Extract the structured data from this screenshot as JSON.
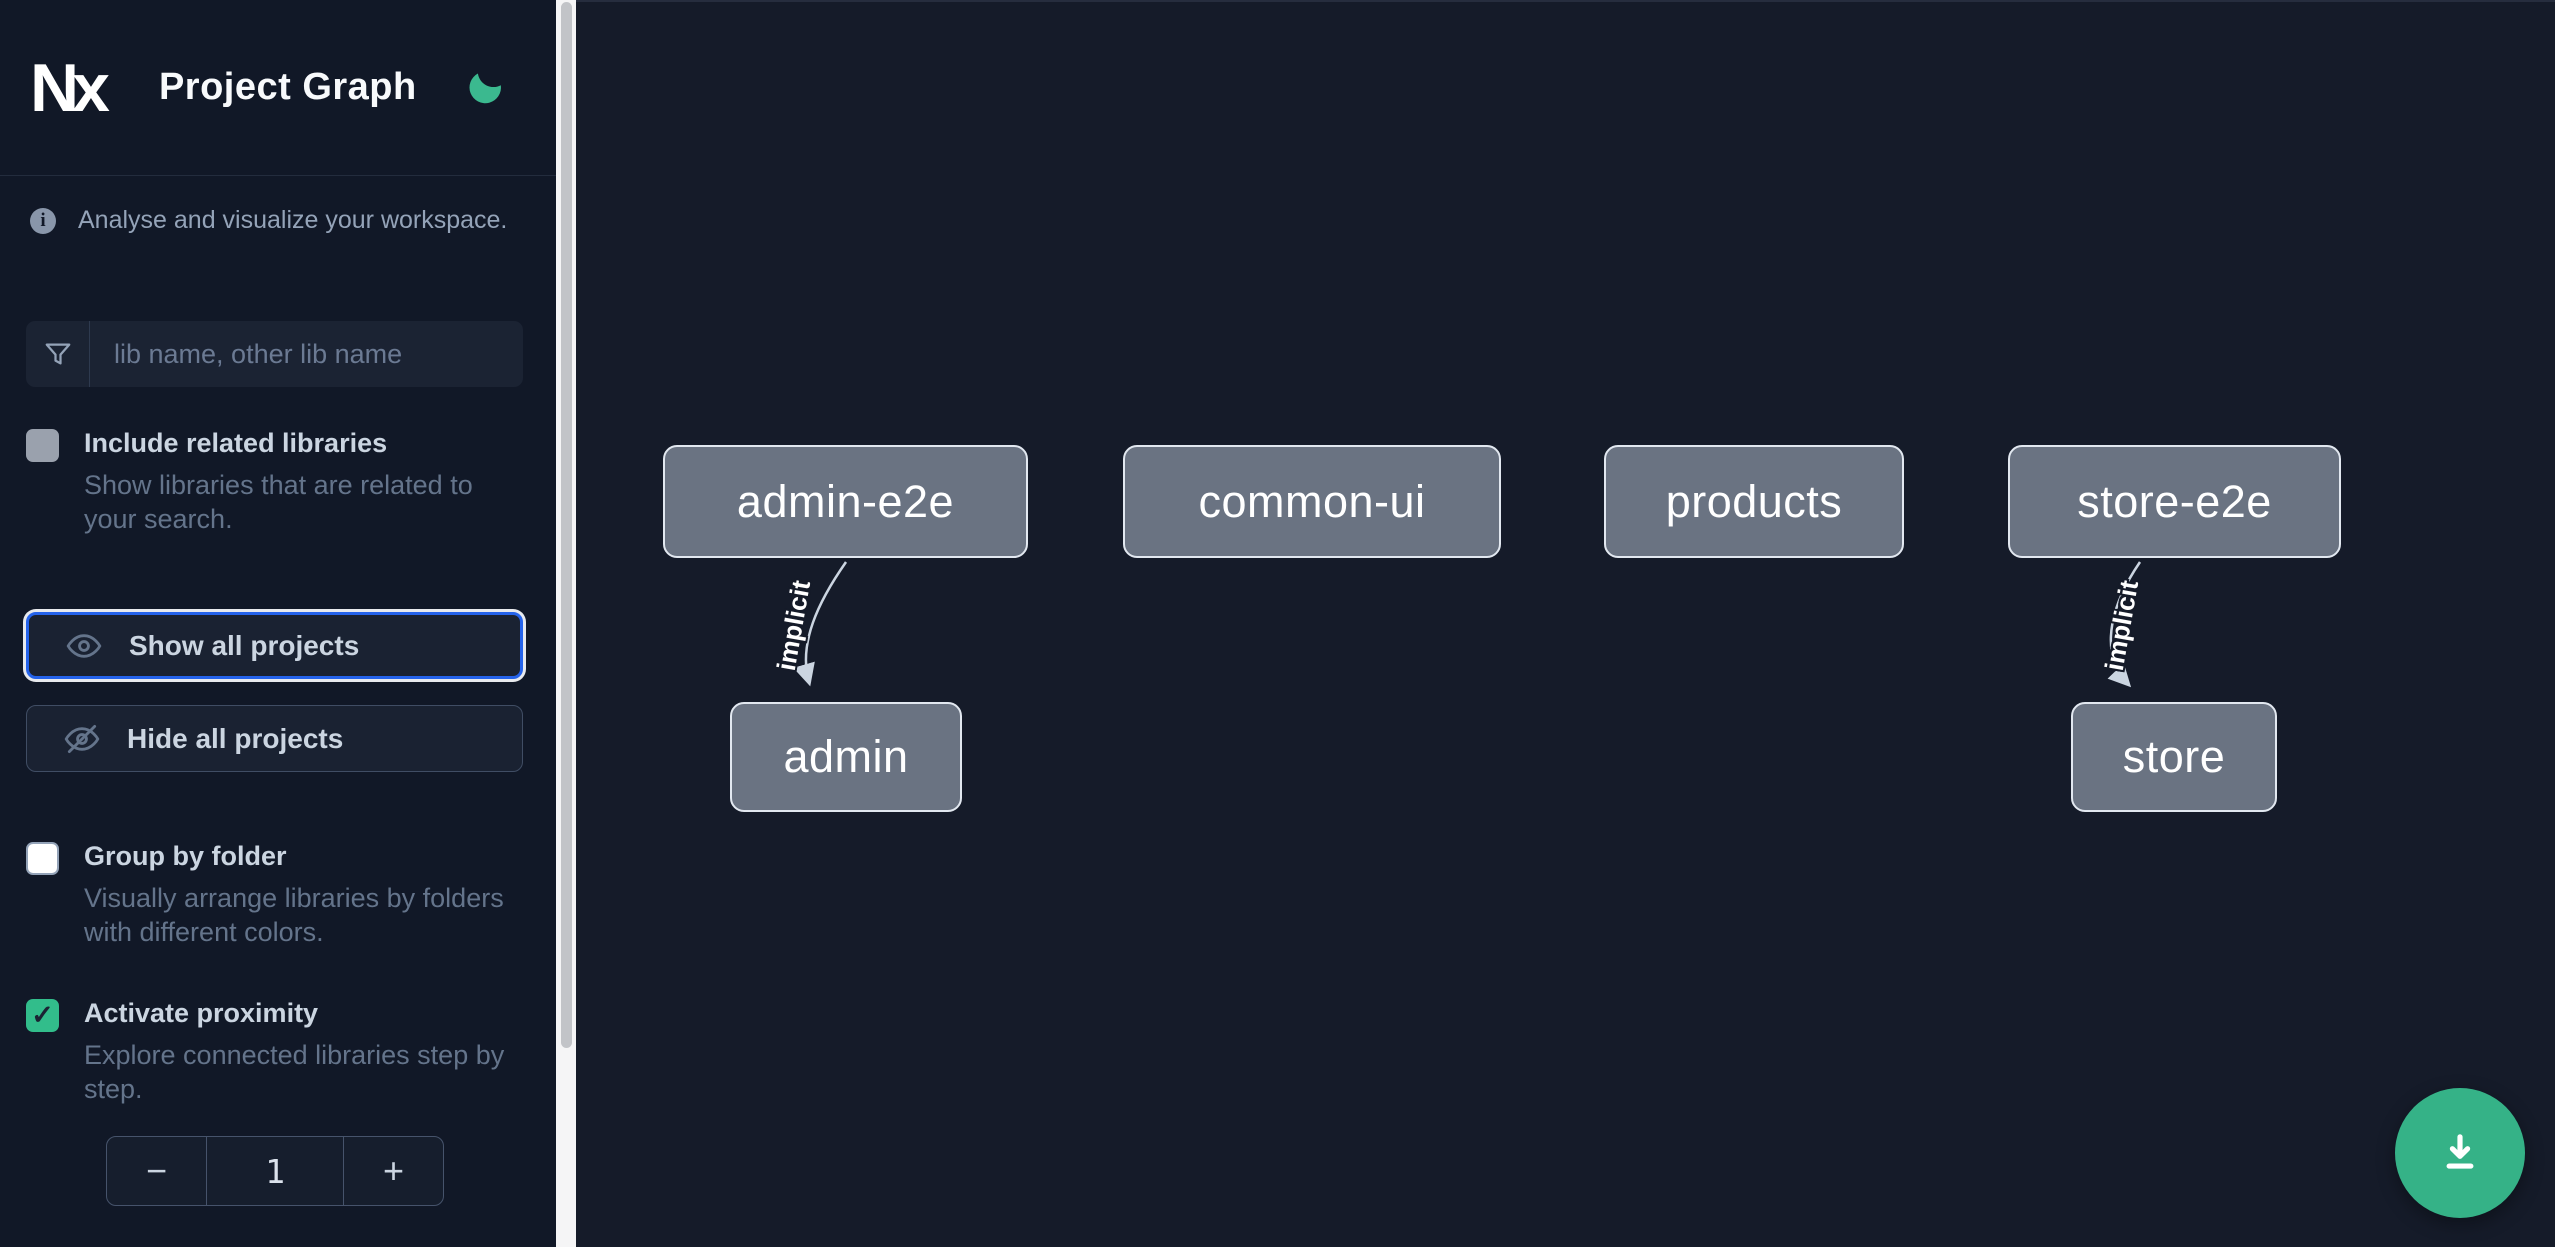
{
  "header": {
    "app_name": "Nx",
    "title": "Project Graph"
  },
  "sidebar": {
    "info_text": "Analyse and visualize your workspace.",
    "search": {
      "placeholder": "lib name, other lib name"
    },
    "include_related": {
      "label": "Include related libraries",
      "description": "Show libraries that are related to your search.",
      "checked": false,
      "disabled": true
    },
    "show_all_label": "Show all projects",
    "hide_all_label": "Hide all projects",
    "group_by_folder": {
      "label": "Group by folder",
      "description": "Visually arrange libraries by folders with different colors.",
      "checked": false
    },
    "activate_proximity": {
      "label": "Activate proximity",
      "description": "Explore connected libraries step by step.",
      "checked": true
    },
    "stepper": {
      "decrement": "−",
      "value": "1",
      "increment": "+"
    }
  },
  "icons": {
    "checkmark": "✓",
    "info": "i",
    "moon": "moon-icon",
    "filter": "filter-funnel-icon",
    "eye": "eye-icon",
    "eye_off": "eye-off-icon",
    "download": "download-icon"
  },
  "graph": {
    "nodes": [
      {
        "label": "admin-e2e"
      },
      {
        "label": "common-ui"
      },
      {
        "label": "products"
      },
      {
        "label": "store-e2e"
      },
      {
        "label": "admin"
      },
      {
        "label": "store"
      }
    ],
    "edges": [
      {
        "from": "admin-e2e",
        "to": "admin",
        "label": "implicit"
      },
      {
        "from": "store-e2e",
        "to": "store",
        "label": "implicit"
      }
    ]
  },
  "colors": {
    "accent_green": "#35b287",
    "focus_blue": "#2563eb",
    "node_fill": "#6a7382",
    "background": "#131927"
  }
}
